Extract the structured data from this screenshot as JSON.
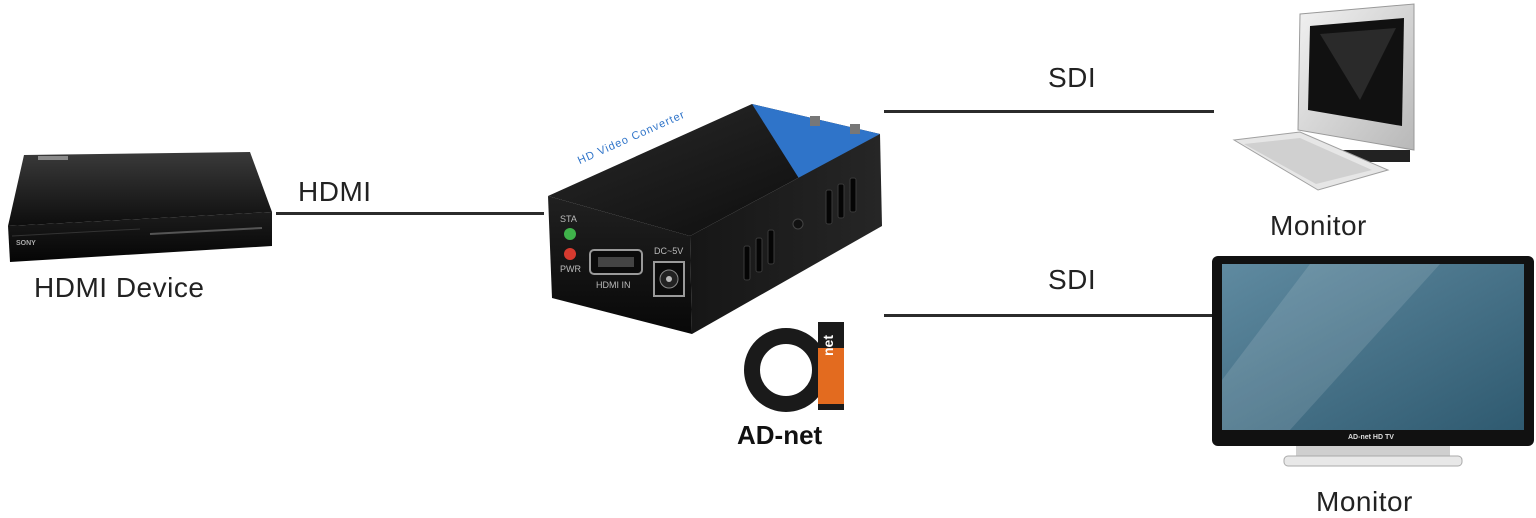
{
  "source": {
    "label": "HDMI Device",
    "brand": "SONY"
  },
  "converter": {
    "title": "HD Video Converter",
    "led_sta": "STA",
    "led_pwr": "PWR",
    "port_in": "HDMI IN",
    "power": "DC~5V",
    "accent_color": "#2f74c9"
  },
  "links": [
    {
      "label": "HDMI"
    },
    {
      "label": "SDI"
    },
    {
      "label": "SDI"
    }
  ],
  "targets": [
    {
      "label": "Monitor"
    },
    {
      "label": "Monitor",
      "bezel_text": "AD-net HD TV"
    }
  ],
  "logo": {
    "text": "AD-net",
    "mark": "net",
    "accent_color": "#e36b1f"
  }
}
